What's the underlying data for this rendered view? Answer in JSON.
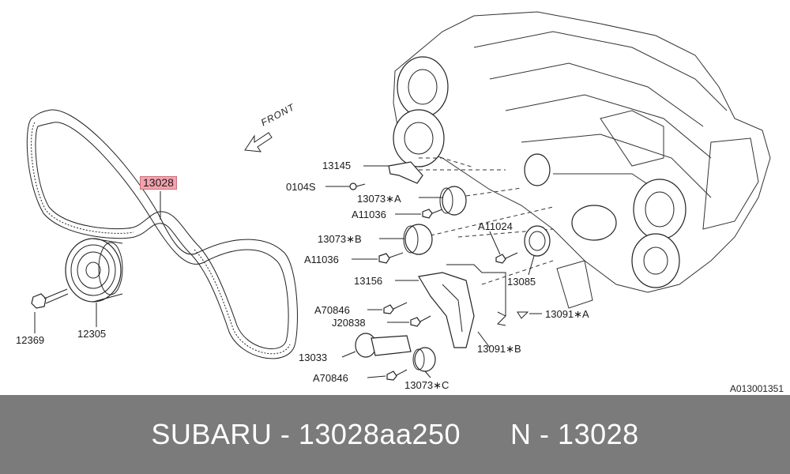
{
  "direction_label": "FRONT",
  "callouts": {
    "belt": "13028",
    "bolt_crank": "12369",
    "crank_pulley": "12305",
    "c13145": "13145",
    "c0104s": "0104S",
    "c13073a": "13073∗A",
    "a11036_1": "A11036",
    "c13073b": "13073∗B",
    "a11036_2": "A11036",
    "a11024": "A11024",
    "c13085": "13085",
    "c13156": "13156",
    "a70846_1": "A70846",
    "j20838": "J20838",
    "c13091a": "13091∗A",
    "c13091b": "13091∗B",
    "c13033": "13033",
    "a70846_2": "A70846",
    "c13073c": "13073∗C"
  },
  "reference_code": "A013001351",
  "footer": {
    "text": "SUBARU - 13028aa250      N - 13028"
  },
  "colors": {
    "highlight": "#f4a3ad",
    "footer_bg": "#7b7b7b",
    "footer_text": "#ffffff"
  }
}
